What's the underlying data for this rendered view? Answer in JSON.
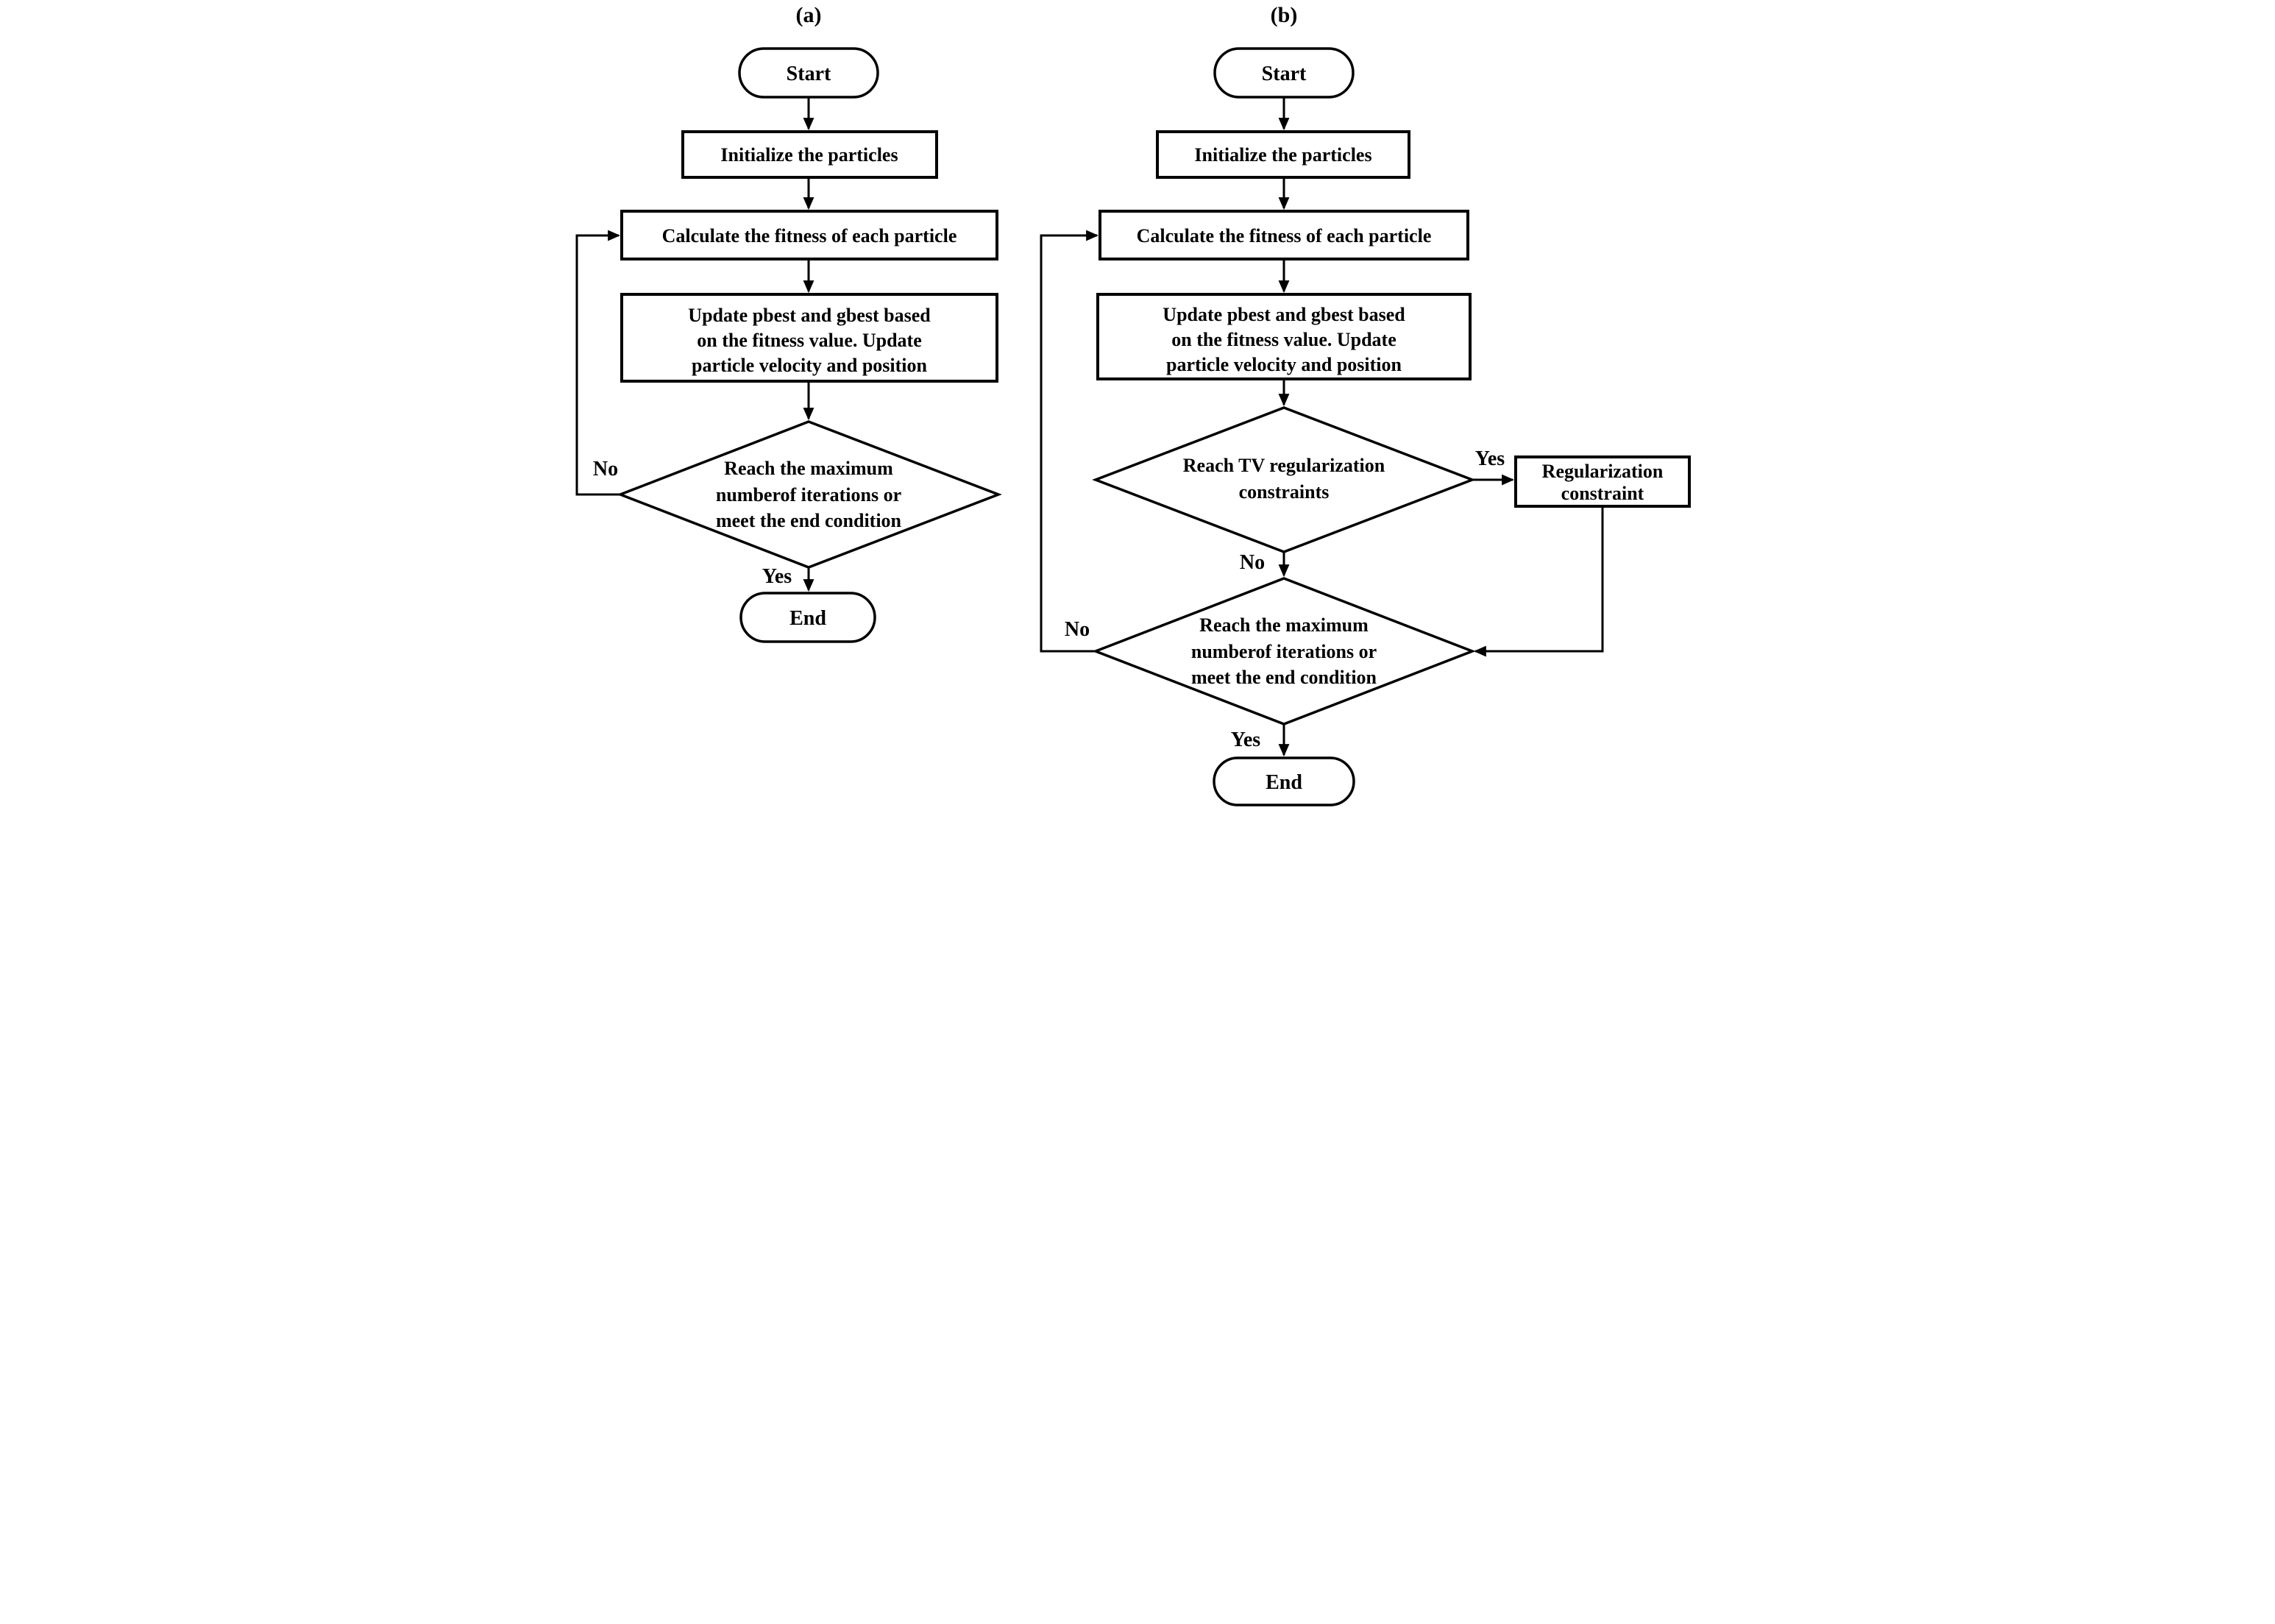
{
  "figure": {
    "background": "#ffffff",
    "ink": "#000000"
  },
  "chart_a": {
    "title": "(a)",
    "start": "Start",
    "initialize": "Initialize the particles",
    "calculate": "Calculate the fitness of each particle",
    "update": [
      "Update pbest and gbest based",
      "on the fitness value. Update",
      "particle velocity and position"
    ],
    "decision_max": [
      "Reach the maximum",
      "numberof iterations or",
      "meet the end condition"
    ],
    "no_label": "No",
    "yes_label": "Yes",
    "end": "End"
  },
  "chart_b": {
    "title": "(b)",
    "start": "Start",
    "initialize": "Initialize the particles",
    "calculate": "Calculate the fitness of each particle",
    "update": [
      "Update pbest and gbest based",
      "on the fitness value. Update",
      "particle velocity and position"
    ],
    "decision_tv": [
      "Reach TV regularization",
      "constraints"
    ],
    "yes_tv_label": "Yes",
    "regularization": [
      "Regularization",
      "constraint"
    ],
    "no_tv_label": "No",
    "decision_max": [
      "Reach the maximum",
      "numberof iterations or",
      "meet the end condition"
    ],
    "no_max_label": "No",
    "yes_end_label": "Yes",
    "end": "End"
  }
}
